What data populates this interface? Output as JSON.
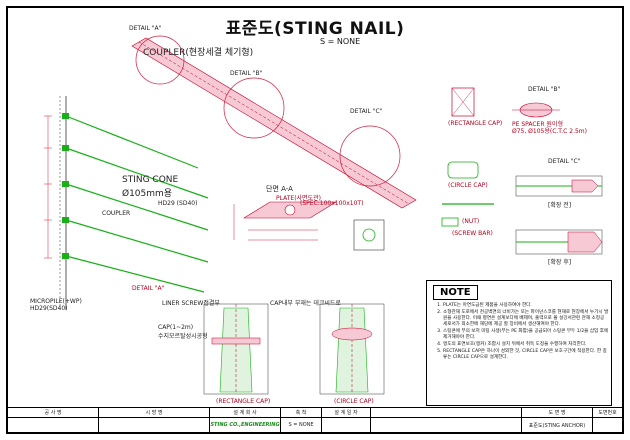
{
  "title": "표준도(STING NAIL)",
  "scale": "S = NONE",
  "details": {
    "a": "DETAIL \"A\"",
    "b": "DETAIL \"B\"",
    "c": "DETAIL \"C\"",
    "b_right": "DETAIL \"B\"",
    "c_right": "DETAIL \"C\""
  },
  "labels": {
    "coupler": "COUPLER(현장세결 체기형)",
    "sting_cone": "STING CONE",
    "sting_dia": "Ø105mm용",
    "section_aa": "단면 A-A",
    "plate": "PLATE(사면도관)",
    "plate_spec": "(SPEC:100x100x10T)",
    "rect_cap": "(RECTANGLE CAP)",
    "circle_cap": "(CIRCLE CAP)",
    "spacer_title": "PE SPACER 원이형",
    "spacer_spec": "Ø75, Ø105용(C.T.C 2.5m)",
    "before_ext": "[확장 전]",
    "after_ext": "[확장 후]",
    "nut": "(NUT)",
    "screw_bar": "(SCREW BAR)",
    "detail_a_caption": "DETAIL \"A\"",
    "rect_cap_bottom": "(RECTANGLE CAP)",
    "circle_cap_bottom": "(CIRCLE CAP)",
    "micropile": "MICROPILE(+WP)",
    "micropile_spec": "HD29(SD40)",
    "liner": "LINER SCREW접결부",
    "inner_protect": "CAP내부 부재는 데크씨드로",
    "cap_note": "CAP(1~2m)",
    "cap_note2": "수지모르탈성시공형",
    "coupler_lbl": "COUPLER",
    "hd29": "HD29 (SD40)"
  },
  "note": {
    "heading": "NOTE",
    "items": [
      "PLATE는 아연도금된 제품을 사용하여야 한다.",
      "소형관재 도로에서 천공벽면의 너비가는 또는 파이넌스코를 현재로 현장에서 누기시 발원을 사용한다. 이때 평면은 설계보다에 배제며, 출력으로 볼 설강서관련 관해 소정공 세로서가 최소한에 해당에 제공 할 장비에서 생산해여야 한다.",
      "스팅콘에 부의 보저 미팅 사생(부는 PE 화함)을 공급되어 스팅콘 부두 1/2을 삽입 후에 제거해야야 한다.",
      "앵도의 표면보호(앵커) 조합시 설치 뒤에서 취득 도정을 수행하여 처리한다.",
      "RECTANGLE CAP은 하나이 성외한 것, CIRCLE CAP은 보호구간에 적용한다. 한 종류는 CIRCLE CAP으로 설계한다."
    ]
  },
  "title_block": {
    "headers": [
      "공 사 명",
      "시 방 명",
      "설 계 회 사",
      "축 척",
      "설 계 일 자",
      "",
      "도 면 명",
      "도면번호"
    ],
    "values": [
      "",
      "",
      "STING CO.,ENGINEERING",
      "S = NONE",
      "",
      "",
      "표준도(STING ANCHOR)",
      ""
    ]
  }
}
